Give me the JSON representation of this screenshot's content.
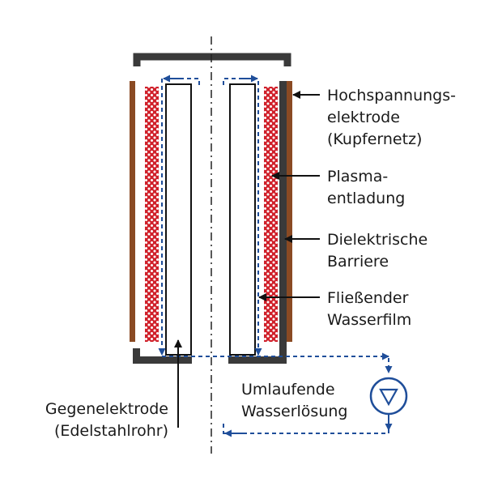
{
  "labels": {
    "hv_electrode_l1": "Hochspannungs-",
    "hv_electrode_l2": "elektrode",
    "hv_electrode_l3": "(Kupfernetz)",
    "plasma_l1": "Plasma-",
    "plasma_l2": "entladung",
    "dielectric_l1": "Dielektrische",
    "dielectric_l2": "Barriere",
    "waterfilm_l1": "Fließender",
    "waterfilm_l2": "Wasserfilm",
    "circulating_l1": "Umlaufende",
    "circulating_l2": "Wasserlösung",
    "counter_l1": "Gegenelektrode",
    "counter_l2": "(Edelstahlrohr)"
  },
  "colors": {
    "copper": "#8a4a23",
    "plasma": "#d0202a",
    "frame": "#3a3a3a",
    "flow": "#1f4e9a",
    "pump": "#1f4e9a",
    "text": "#1a1a1a"
  },
  "icons": {
    "pump": "pump-triangle-icon"
  }
}
